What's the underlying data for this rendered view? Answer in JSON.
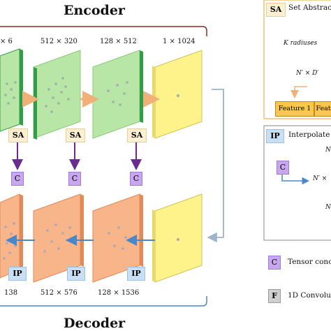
{
  "encoder": {
    "title": "Encoder",
    "dims": [
      "× 6",
      "512 × 320",
      "128 × 512",
      "1 × 1024"
    ],
    "sa_label": "SA"
  },
  "decoder": {
    "title": "Decoder",
    "dims": [
      "138",
      "512 × 576",
      "128 × 1536"
    ],
    "ip_label": "IP"
  },
  "c_label": "C",
  "legend": {
    "sa_box": {
      "badge": "SA",
      "title": "Set Abstract",
      "k_radiuses": "K radiuses",
      "nd": "N′ × D′",
      "feature_1": "Feature 1",
      "feature_2": "Feat"
    },
    "ip_box": {
      "badge": "IP",
      "title": "Interpolate a",
      "n1": "N",
      "c_badge": "C",
      "n2": "N′ ×",
      "n3": "N"
    },
    "c_item": {
      "badge": "C",
      "text": "Tensor conc"
    },
    "f_item": {
      "badge": "F",
      "text": "1D Convolu"
    }
  },
  "colors": {
    "green_plane": "#b8e6a6",
    "green_edge": "#2f9e46",
    "yellow_plane": "#fef38a",
    "orange_plane": "#f9b58a",
    "enc_arrow": "#f0b07a",
    "dec_arrow": "#4a86c8",
    "sa_to_c_arrow": "#6a2c8e",
    "bracket": "#8a2a2a",
    "side_arrow": "#9fb3cc"
  }
}
